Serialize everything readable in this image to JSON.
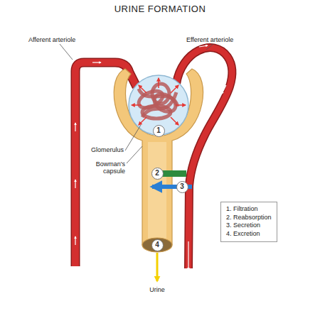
{
  "diagram": {
    "title": "URINE FORMATION",
    "nodes": [
      {
        "text": [
          "1"
        ]
      },
      {
        "text": [
          "2"
        ]
      },
      {
        "text": [
          "3"
        ]
      },
      {
        "text": [
          "4"
        ]
      },
      {
        "text": [
          "1. Filtration",
          "2. Reabsorption",
          "3. Secretion",
          "4. Excretion"
        ]
      }
    ],
    "labels": [
      "Afferent arteriole",
      "Efferent arteriole",
      "Glomerulus",
      "Bowman's capsule",
      "Urine"
    ]
  }
}
